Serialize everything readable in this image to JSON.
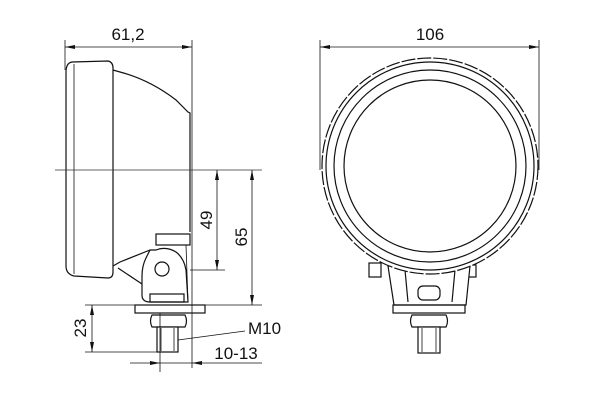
{
  "side_view": {
    "dim_depth": "61,2",
    "dim_center_to_mount": "49",
    "dim_center_to_base": "65",
    "dim_bolt_length": "23",
    "thread_label": "M10",
    "dim_mount_thickness": "10-13"
  },
  "front_view": {
    "dim_diameter": "106"
  }
}
